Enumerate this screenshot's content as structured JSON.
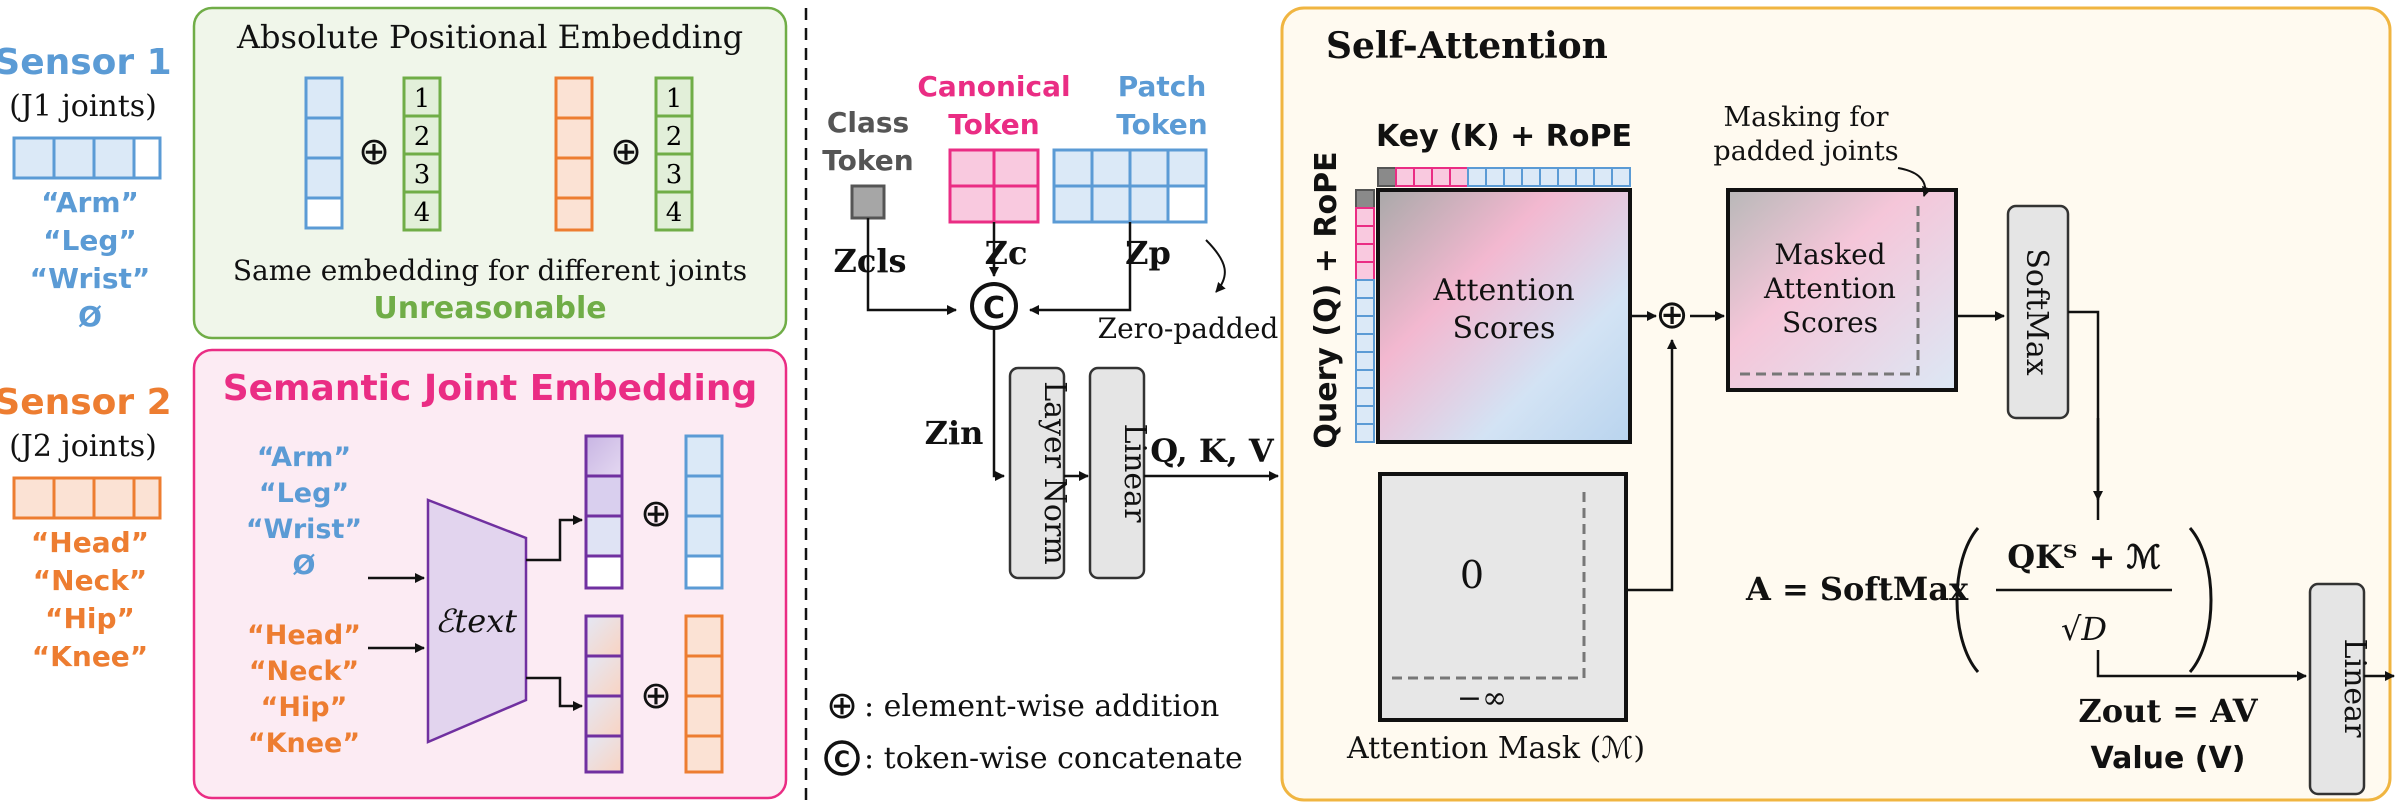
{
  "left": {
    "sensor1": {
      "title": "Sensor 1",
      "joints_label": "(J1 joints)",
      "joints": [
        "“Arm”",
        "“Leg”",
        "“Wrist”",
        "Ø"
      ]
    },
    "sensor2": {
      "title": "Sensor 2",
      "joints_label": "(J2 joints)",
      "joints": [
        "“Head”",
        "“Neck”",
        "“Hip”",
        "“Knee”"
      ]
    }
  },
  "ape": {
    "title": "Absolute Positional Embedding",
    "indices": [
      "1",
      "2",
      "3",
      "4"
    ],
    "caption": "Same embedding for different joints",
    "verdict": "Unreasonable"
  },
  "sje": {
    "title": "Semantic Joint Embedding",
    "joints1": [
      "“Arm”",
      "“Leg”",
      "“Wrist”",
      "Ø"
    ],
    "joints2": [
      "“Head”",
      "“Neck”",
      "“Hip”",
      "“Knee”"
    ],
    "encoder": "ℰtext"
  },
  "tokens": {
    "class_l1": "Class",
    "class_l2": "Token",
    "canon_l1": "Canonical",
    "canon_l2": "Token",
    "patch_l1": "Patch",
    "patch_l2": "Token",
    "z_cls": "Zcls",
    "z_c": "Zc",
    "z_p": "Zp",
    "zero_padded": "Zero-padded",
    "concat_symbol": "C",
    "z_in": "Zin",
    "layer_norm": "Layer Norm",
    "linear": "Linear",
    "qkv": "Q, K, V"
  },
  "legend": {
    "add_symbol": "⊕",
    "add_text": ": element-wise addition",
    "concat_symbol": "C",
    "concat_text": ": token-wise concatenate"
  },
  "attention": {
    "title": "Self-Attention",
    "key_label": "Key (K) + RoPE",
    "query_label": "Query (Q) + RoPE",
    "scores_l1": "Attention",
    "scores_l2": "Scores",
    "masking_l1": "Masking for",
    "masking_l2": "padded joints",
    "masked_l1": "Masked",
    "masked_l2": "Attention",
    "masked_l3": "Scores",
    "softmax": "SoftMax",
    "mask_zero": "0",
    "mask_neg_inf": "−∞",
    "mask_label": "Attention Mask (ℳ)",
    "formula_lhs": "A = SoftMax",
    "formula_num": "QKᵀ + ℳ",
    "formula_den": "√D",
    "z_out": "Zout = AV",
    "value_label": "Value (V)",
    "out_linear": "Linear"
  },
  "colors": {
    "blue": "#5b9bd5",
    "blue_fill": "#dbe9f7",
    "orange": "#ed7d31",
    "orange_fill": "#fbe2d4",
    "green": "#70ad47",
    "green_fill": "#e2efd9",
    "pink": "#ea2d84",
    "pink_fill": "#f9c9df",
    "purple": "#7030a0",
    "purple_fill": "#e6dcf2",
    "gold": "#f0b541"
  }
}
